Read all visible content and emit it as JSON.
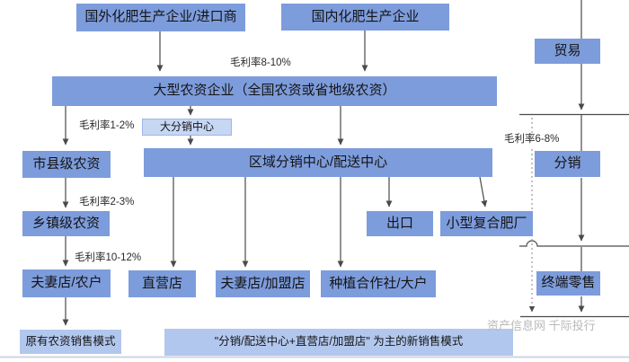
{
  "nodes": {
    "foreign_producer": "国外化肥生产企业/进口商",
    "domestic_producer": "国内化肥生产企业",
    "trade": "贸易",
    "large_agri_enterprise": "大型农资企业（全国农资或省地级农资）",
    "big_distribution_center": "大分销中心",
    "city_county_agri": "市县级农资",
    "regional_distribution_center": "区域分销中心/配送中心",
    "distribution": "分销",
    "township_agri": "乡镇级农资",
    "export": "出口",
    "small_compound_fertilizer_plant": "小型复合肥厂",
    "couple_shop_farmer": "夫妻店/农户",
    "direct_store": "直营店",
    "couple_shop_franchise": "夫妻店/加盟店",
    "planting_coop_large_grower": "种植合作社/大户",
    "terminal_retail": "终端零售"
  },
  "margin_labels": {
    "producer_to_large": "毛利率8-10%",
    "large_to_city_county": "毛利率1-2%",
    "city_to_township": "毛利率2-3%",
    "township_to_couple_shop": "毛利率10-12%",
    "distribution_stage": "毛利率6-8%"
  },
  "footers": {
    "old_model": "原有农资销售模式",
    "new_model": "\"分销/配送中心+直营店/加盟店\" 为主的新销售模式"
  },
  "watermark": "资产信息网 千际投行",
  "colors": {
    "box_fill": "#7D9CDC",
    "box_fill_light": "#C6D7F3",
    "footer_fill": "#B2C7EE",
    "connector": "#4a4a4a",
    "dotted_connector": "#8f8f8f",
    "watermark": "#b9b9b9",
    "bottom_divider": "#cdd5e3"
  }
}
